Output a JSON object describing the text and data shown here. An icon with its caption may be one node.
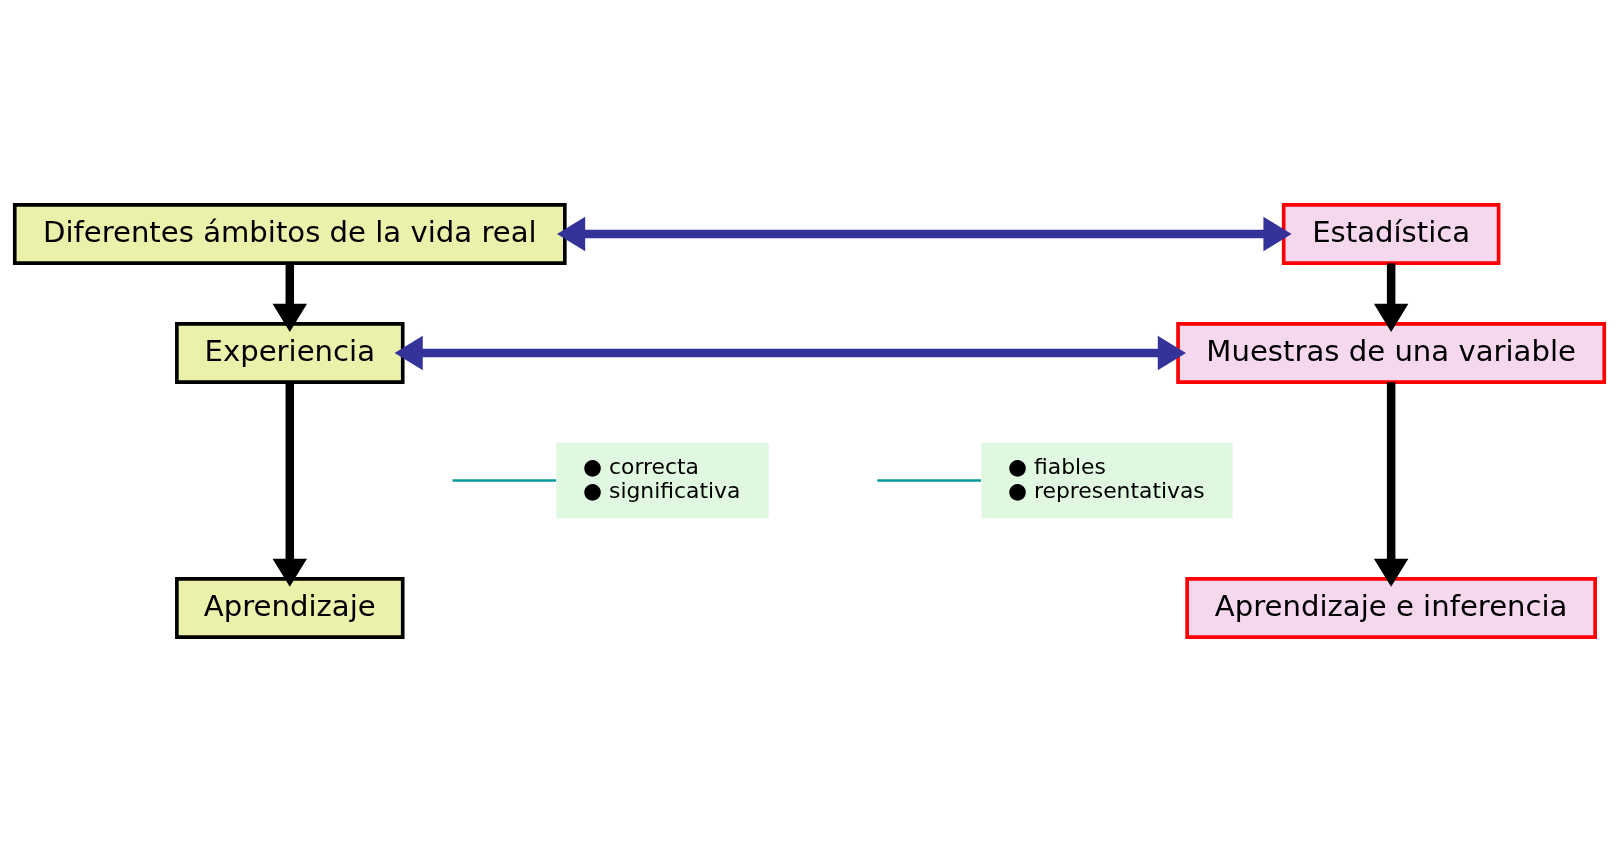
{
  "diagram": {
    "nodes": [
      {
        "text": [
          "Diferentes ámbitos de la vida real"
        ]
      },
      {
        "text": [
          "Experiencia"
        ]
      },
      {
        "text": [
          "Aprendizaje"
        ]
      },
      {
        "text": [
          "Estadística"
        ]
      },
      {
        "text": [
          "Muestras de una variable"
        ]
      },
      {
        "text": [
          "Aprendizaje e inferencia"
        ]
      },
      {
        "text": [
          "● correcta",
          "● significativa"
        ]
      },
      {
        "text": [
          "● fiables",
          "● representativas"
        ]
      }
    ],
    "edges": [
      {
        "from": 0,
        "to": 1,
        "arrow": "to"
      },
      {
        "from": 1,
        "to": 2,
        "arrow": "to"
      },
      {
        "from": 3,
        "to": 4,
        "arrow": "to"
      },
      {
        "from": 4,
        "to": 5,
        "arrow": "to"
      },
      {
        "from": 0,
        "to": 3,
        "arrow": "both",
        "color": "#333399"
      },
      {
        "from": 1,
        "to": 4,
        "arrow": "both",
        "color": "#333399"
      },
      {
        "from": 6,
        "to": null,
        "arrow": "none",
        "color": "#009999"
      },
      {
        "from": 7,
        "to": null,
        "arrow": "none",
        "color": "#009999"
      }
    ]
  }
}
